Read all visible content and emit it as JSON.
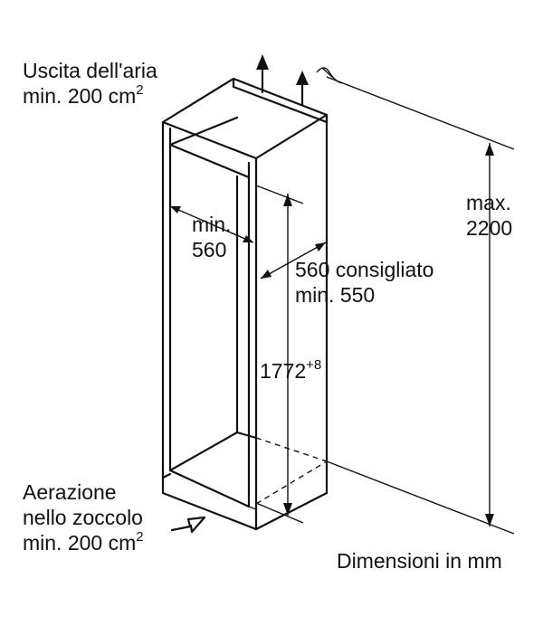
{
  "labels": {
    "air_outlet_line1": "Uscita dell'aria",
    "air_outlet_line2": "min. 200 cm",
    "air_outlet_sup": "2",
    "width_line1": "min.",
    "width_line2": "560",
    "depth_line1": "560 consigliato",
    "depth_line2": "min. 550",
    "niche_height": "1772",
    "niche_height_sup": "+8",
    "max_height_line1": "max.",
    "max_height_line2": "2200",
    "plinth_line1": "Aerazione",
    "plinth_line2": "nello zoccolo",
    "plinth_line3": "min. 200 cm",
    "plinth_sup": "2",
    "units": "Dimensioni in mm"
  }
}
